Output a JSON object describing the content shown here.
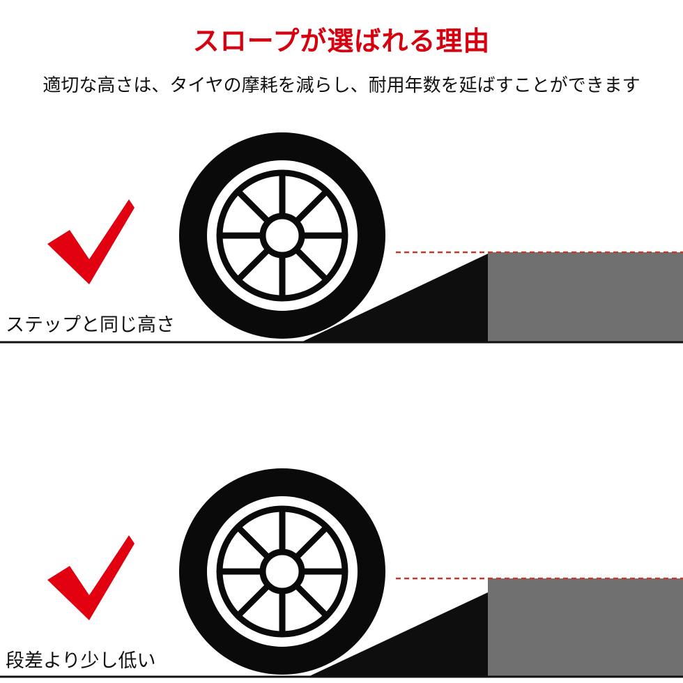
{
  "title": "スロープが選ばれる理由",
  "subtitle": "適切な高さは、タイヤの摩耗を減らし、耐用年数を延ばすことができます",
  "panels": [
    {
      "label": "ステップと同じ高さ",
      "check_icon": "checkmark-icon",
      "tire_icon": "tire-icon"
    },
    {
      "label": "段差より少し低い",
      "check_icon": "checkmark-icon",
      "tire_icon": "tire-icon"
    }
  ],
  "colors": {
    "title": "#d6000f",
    "check": "#e00010",
    "tire": "#0a0a0a",
    "step": "#707070",
    "ground_line": "#111111",
    "dashed_line": "#c0392b"
  }
}
